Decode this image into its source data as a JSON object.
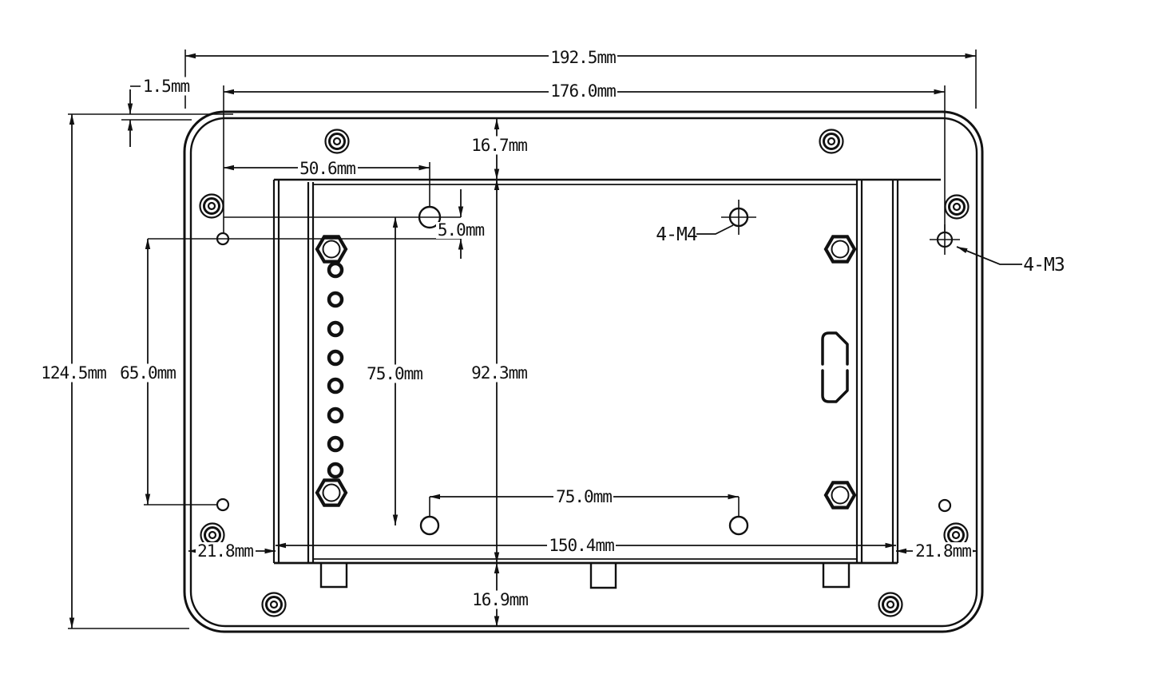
{
  "drawing": {
    "type": "mechanical-dimension-drawing",
    "subject": "display rear enclosure with VESA mounting bracket",
    "colors": {
      "line": "#111111",
      "background": "#ffffff"
    },
    "dims": {
      "overall_width": "192.5mm",
      "mount_hole_span": "176.0mm",
      "front_lip": "1.5mm",
      "top_offset": "16.7mm",
      "upper_hole_offset_x": "50.6mm",
      "upper_hole_offset_y": "5.0mm",
      "overall_height": "124.5mm",
      "side_hole_spacing_v": "65.0mm",
      "vesa_spacing_v": "75.0mm",
      "bracket_height": "92.3mm",
      "vesa_spacing_h": "75.0mm",
      "bracket_width": "150.4mm",
      "left_margin": "21.8mm",
      "right_margin": "21.8mm",
      "bottom_offset": "16.9mm"
    },
    "callouts": {
      "m4_holes": "4-M4",
      "m3_holes": "4-M3"
    }
  }
}
